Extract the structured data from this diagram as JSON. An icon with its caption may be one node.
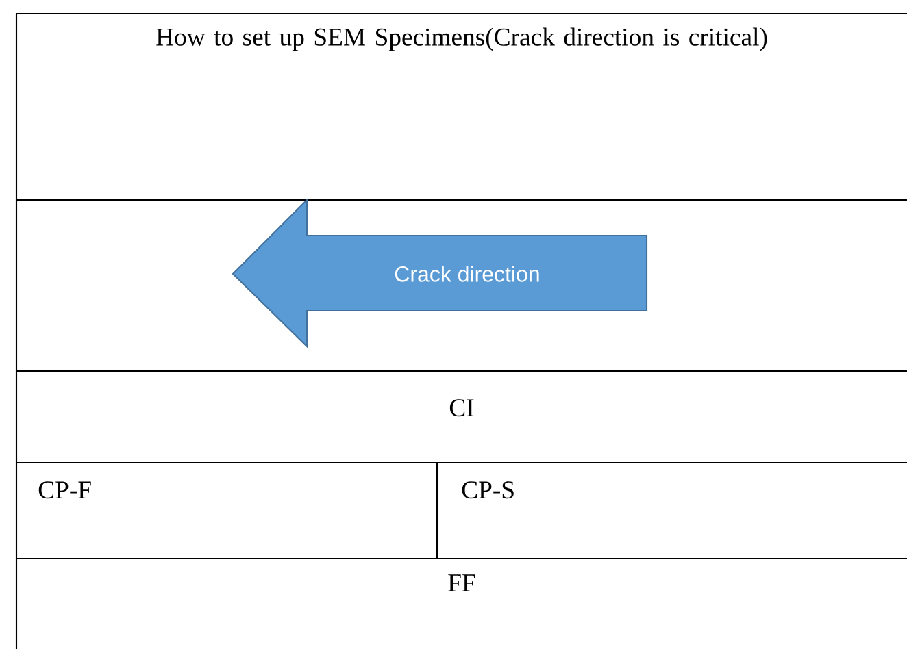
{
  "diagram": {
    "title": "How to set up SEM Specimens(Crack direction is critical)",
    "nodes": [
      {
        "text": [
          "Crack direction"
        ]
      }
    ],
    "labels": [
      "CI",
      "CP-F",
      "CP-S",
      "FF"
    ]
  }
}
